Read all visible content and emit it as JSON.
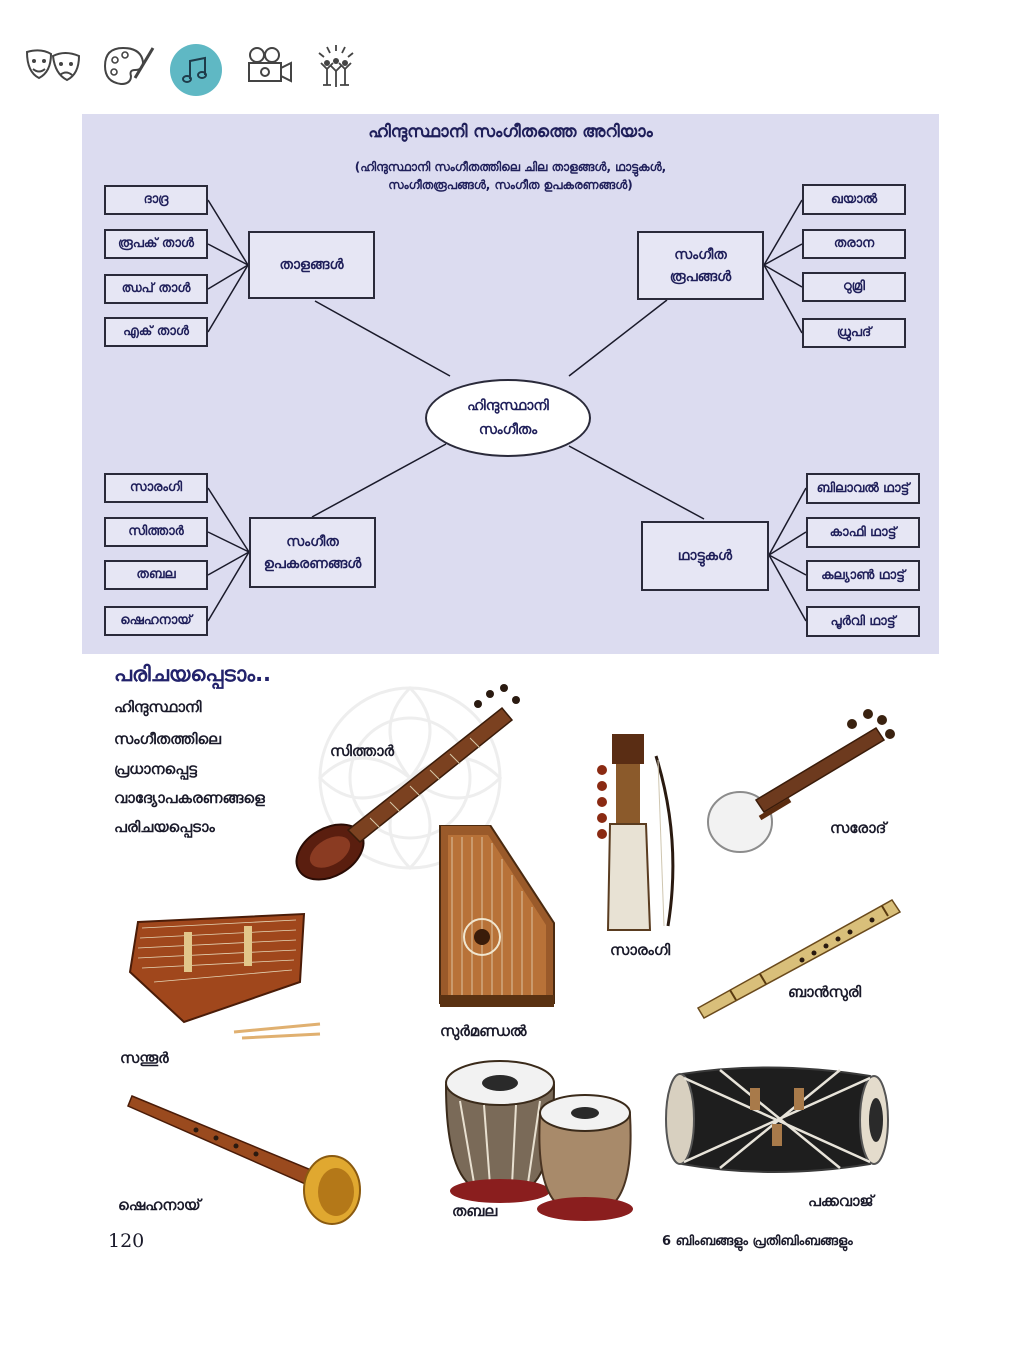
{
  "nav_icons": [
    "drama-masks-icon",
    "palette-brush-icon",
    "music-notes-icon",
    "film-camera-icon",
    "dance-icon"
  ],
  "active_icon": "music-notes-icon",
  "mindmap": {
    "title": "ഹിന്ദുസ്ഥാനി സംഗീതത്തെ അറിയാം",
    "subtitle_line1": "(ഹിന്ദുസ്ഥാനി സംഗീതത്തിലെ ചില താളങ്ങൾ, ഥാട്ടുകൾ,",
    "subtitle_line2": "സംഗീതരൂപങ്ങൾ, സംഗീത ഉപകരണങ്ങൾ)",
    "center_line1": "ഹിന്ദുസ്ഥാനി",
    "center_line2": "സംഗീതം",
    "talas": {
      "label": "താളങ്ങൾ",
      "items": [
        "ദാദ്ര",
        "രൂപക് താൾ",
        "ഝപ് താൾ",
        "എക് താൾ"
      ]
    },
    "forms": {
      "label_line1": "സംഗീത",
      "label_line2": "രൂപങ്ങൾ",
      "items": [
        "ഖയാൽ",
        "തരാന",
        "ഠുമ്രി",
        "ധ്രുപദ്"
      ]
    },
    "instruments": {
      "label_line1": "സംഗീത",
      "label_line2": "ഉപകരണങ്ങൾ",
      "items": [
        "സാരംഗി",
        "സിത്താർ",
        "തബല",
        "ഷെഹനായ്"
      ]
    },
    "thaats": {
      "label": "ഥാട്ടുകൾ",
      "items": [
        "ബിലാവൽ ഥാട്ട്",
        "കാഫി ഥാട്ട്",
        "കല്യാൺ ഥാട്ട്",
        "പൂർവി ഥാട്ട്"
      ]
    }
  },
  "intro": {
    "title": "പരിചയപ്പെടാം..",
    "lines": [
      "ഹിന്ദുസ്ഥാനി",
      "സംഗീതത്തിലെ",
      "പ്രധാനപ്പെട്ട",
      "വാദ്യോപകരണങ്ങളെ",
      "പരിചയപ്പെടാം"
    ]
  },
  "instrument_labels": {
    "sitar": "സിത്താർ",
    "sarod": "സരോദ്",
    "sarangi": "സാരംഗി",
    "surmandal": "സുർമണ്ഡൽ",
    "bansuri": "ബാൻസുരി",
    "santoor": "സന്തൂർ",
    "shehnai": "ഷെഹനായ്",
    "tabla": "തബല",
    "pakhawaj": "പക്കവാജ്"
  },
  "footer": {
    "page_number": "120",
    "chapter": "6 ബിംബങ്ങളും പ്രതിബിംബങ്ങളും"
  }
}
